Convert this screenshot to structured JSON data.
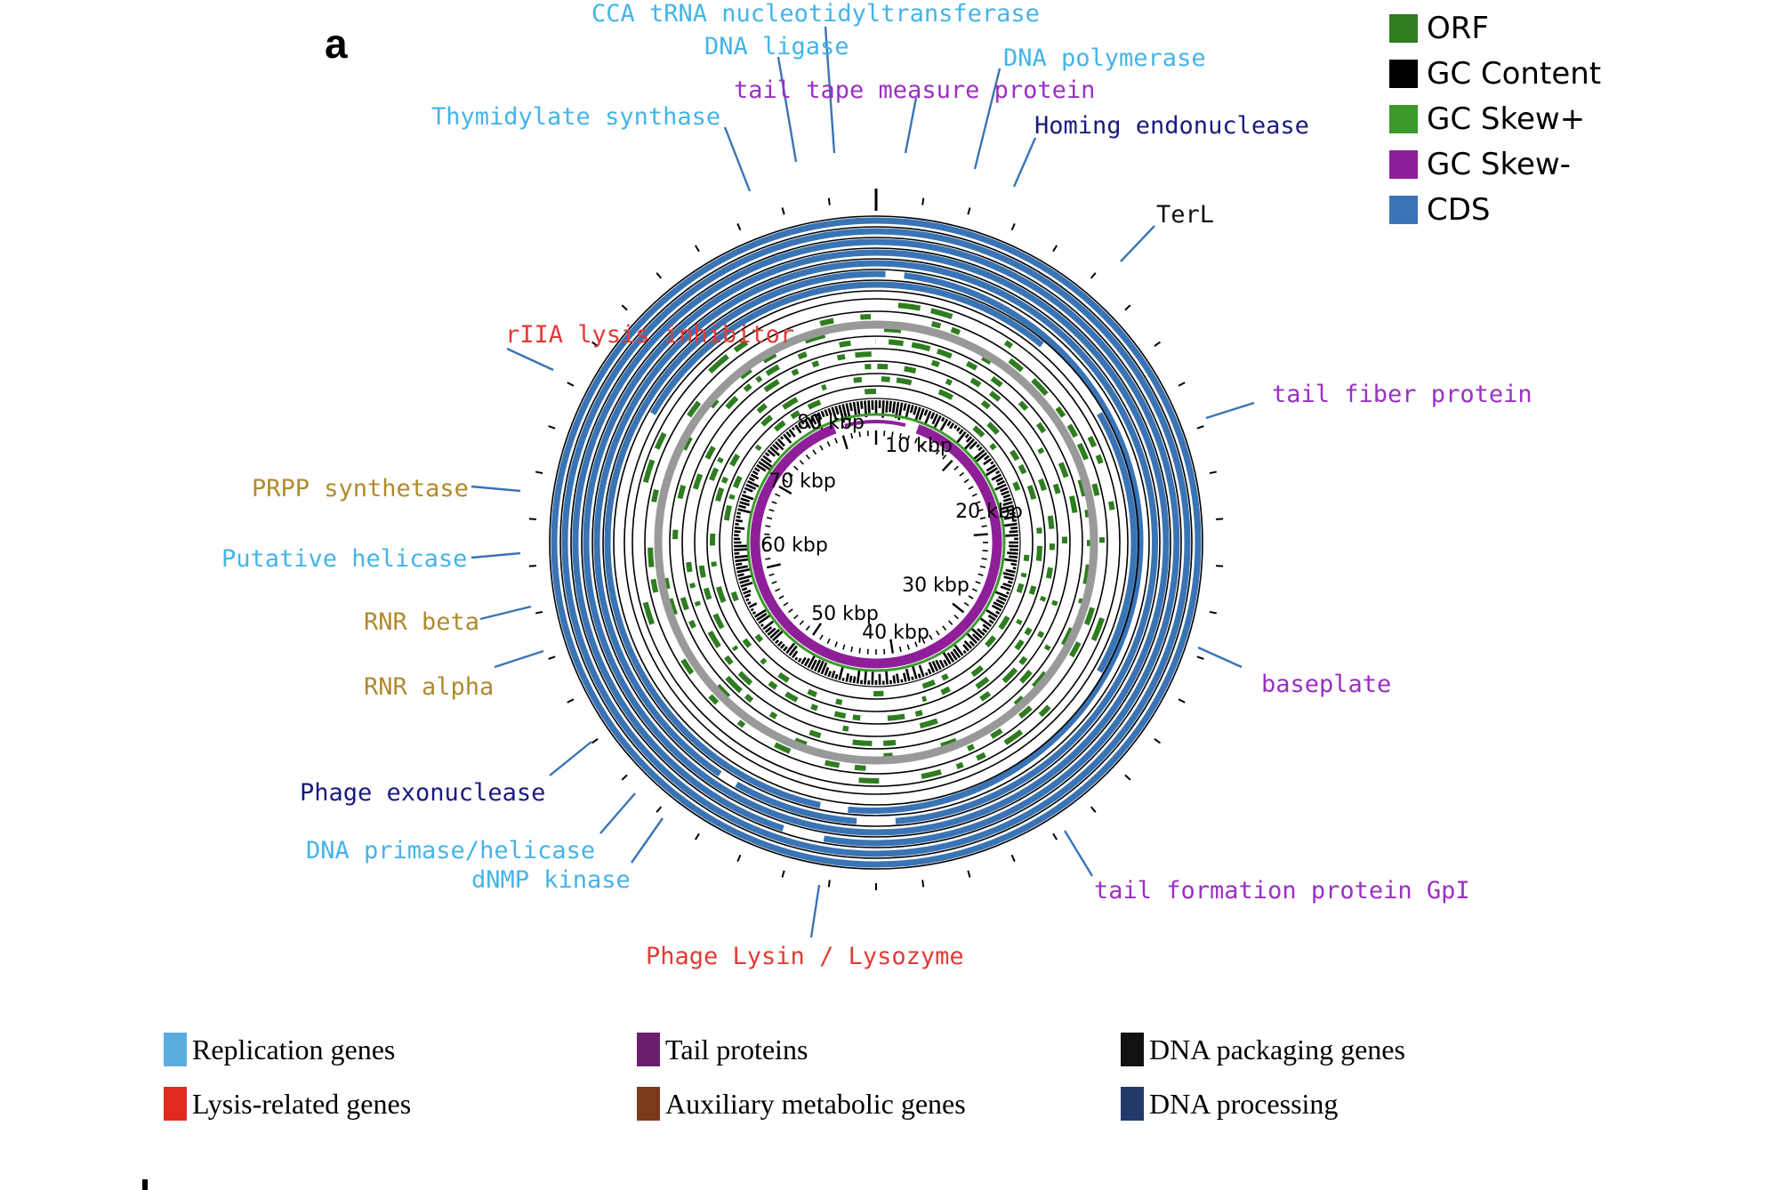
{
  "panel_label": "a",
  "track_legend": [
    {
      "label": "ORF",
      "color": "#2e7d1f"
    },
    {
      "label": "GC Content",
      "color": "#000000"
    },
    {
      "label": "GC Skew+",
      "color": "#3a9a2a"
    },
    {
      "label": "GC Skew-",
      "color": "#8e1f99"
    },
    {
      "label": "CDS",
      "color": "#3a74b5"
    }
  ],
  "scale_labels": [
    "10 kbp",
    "20 kbp",
    "30 kbp",
    "40 kbp",
    "50 kbp",
    "60 kbp",
    "70 kbp",
    "80 kbp"
  ],
  "gene_labels": [
    {
      "text": "CCA tRNA nucleotidyltransferase",
      "category": "replication"
    },
    {
      "text": "DNA ligase",
      "category": "replication"
    },
    {
      "text": "DNA polymerase",
      "category": "replication"
    },
    {
      "text": "tail tape measure protein",
      "category": "tail"
    },
    {
      "text": "Thymidylate synthase",
      "category": "replication"
    },
    {
      "text": "Homing endonuclease",
      "category": "dna_processing"
    },
    {
      "text": "TerL",
      "category": "packaging"
    },
    {
      "text": "rIIA lysis inhibitor",
      "category": "lysis"
    },
    {
      "text": "tail fiber protein",
      "category": "tail"
    },
    {
      "text": "PRPP synthetase",
      "category": "auxiliary"
    },
    {
      "text": "Putative helicase",
      "category": "replication"
    },
    {
      "text": "RNR beta",
      "category": "auxiliary"
    },
    {
      "text": "RNR alpha",
      "category": "auxiliary"
    },
    {
      "text": "baseplate",
      "category": "tail"
    },
    {
      "text": "Phage exonuclease",
      "category": "dna_processing"
    },
    {
      "text": "DNA primase/helicase",
      "category": "replication"
    },
    {
      "text": "dNMP kinase",
      "category": "replication"
    },
    {
      "text": "tail formation protein GpI",
      "category": "tail"
    },
    {
      "text": "Phage Lysin / Lysozyme",
      "category": "lysis"
    }
  ],
  "category_legend": [
    {
      "key": "replication",
      "label": "Replication genes",
      "color": "#5aacde",
      "text_color": "#45b4e8"
    },
    {
      "key": "tail",
      "label": "Tail proteins",
      "color": "#6b1f6e",
      "text_color": "#9b2fc4"
    },
    {
      "key": "packaging",
      "label": "DNA packaging genes",
      "color": "#111111",
      "text_color": "#111111"
    },
    {
      "key": "lysis",
      "label": "Lysis-related genes",
      "color": "#e02a22",
      "text_color": "#e23b35"
    },
    {
      "key": "auxiliary",
      "label": "Auxiliary metabolic genes",
      "color": "#7a3a1c",
      "text_color": "#b08a2e"
    },
    {
      "key": "dna_processing",
      "label": "DNA processing",
      "color": "#223a6a",
      "text_color": "#1a1a80"
    }
  ],
  "track_colors": {
    "cds": "#3a74b5",
    "orf": "#2e7d1f",
    "gc_content": "#000000",
    "gc_skew_plus": "#3a9a2a",
    "gc_skew_minus": "#8e1f99",
    "backbone": "#999999"
  }
}
